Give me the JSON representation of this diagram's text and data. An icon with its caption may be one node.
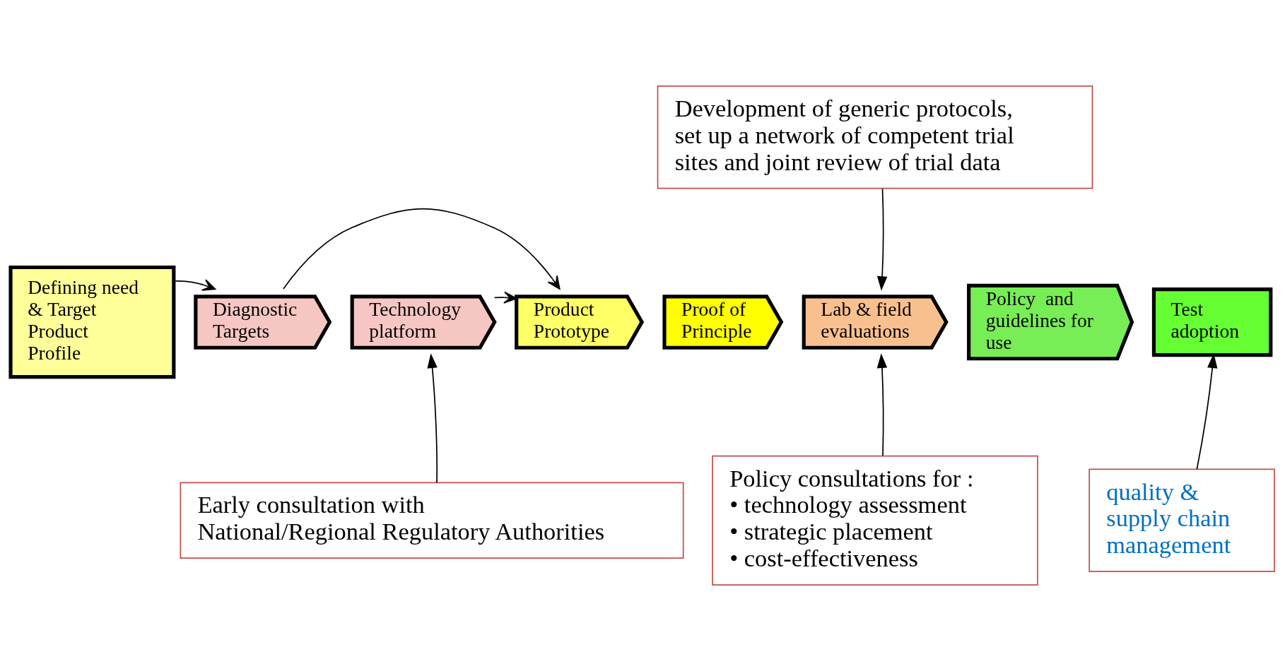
{
  "diagram": {
    "nodes": [
      {
        "text": [
          "Defining need & Target Product Profile"
        ]
      },
      {
        "text": [
          "Diagnostic Targets"
        ]
      },
      {
        "text": [
          "Technology platform"
        ]
      },
      {
        "text": [
          "Product Prototype"
        ]
      },
      {
        "text": [
          "Proof of Principle"
        ]
      },
      {
        "text": [
          "Lab & field evaluations"
        ]
      },
      {
        "text": [
          "Policy  and guidelines for use"
        ]
      },
      {
        "text": [
          "Test adoption"
        ]
      },
      {
        "text": [
          "Development of generic protocols, set up a network of competent trial sites and joint review of trial data"
        ]
      },
      {
        "text": [
          "Early consultation with National/Regional Regulatory Authorities"
        ]
      },
      {
        "text": [
          "Policy consultations for :",
          "• technology assessment",
          "• strategic placement",
          "• cost-effectiveness"
        ]
      },
      {
        "text": [
          "quality & supply chain management"
        ]
      }
    ],
    "edges": [
      {
        "from": 0,
        "to": 1,
        "arrow": "to"
      },
      {
        "from": 1,
        "to": 3,
        "arrow": "to"
      },
      {
        "from": 2,
        "to": 3,
        "arrow": "to"
      },
      {
        "from": 8,
        "to": 5,
        "arrow": "to"
      },
      {
        "from": 9,
        "to": 2,
        "arrow": "to"
      },
      {
        "from": 10,
        "to": 5,
        "arrow": "to"
      },
      {
        "from": 11,
        "to": 7,
        "arrow": "to"
      }
    ]
  }
}
